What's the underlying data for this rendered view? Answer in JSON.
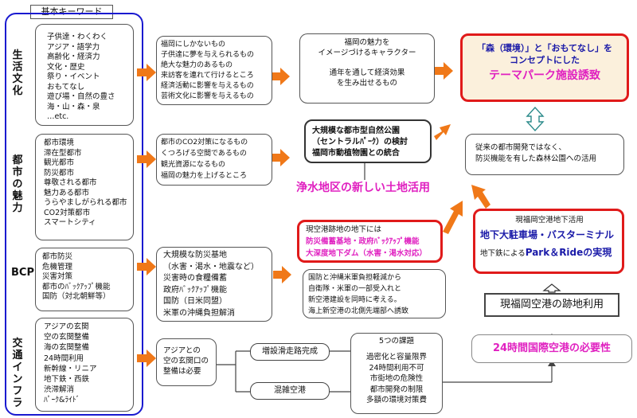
{
  "header": {
    "title": "基本キーワード"
  },
  "categories": [
    {
      "label": "生活文化"
    },
    {
      "label": "都市の魅力"
    },
    {
      "label": "BCP"
    },
    {
      "label": "交通インフラ"
    }
  ],
  "keywords": {
    "lifestyle": "子供達・わくわく\nアジア・語学力\n高齢化・経済力\n文化・歴史\n祭り・イベント\nおもてなし\n遊び場・自然の豊さ\n海・山・森・泉\n…etc.",
    "city": "都市環境\n滞在型都市\n観光都市\n防災都市\n尊敬される都市\n魅力ある都市\nうらやましがられる都市\nCO2対策都市\nスマートシティ",
    "bcp": "都市防災\n危機管理\n災害対策\n都市のﾊﾞｯｸｱｯﾌﾟ機能\n国防（対北朝鮮等）",
    "transport": "アジアの玄関\n空の玄関整備\n海の玄関整備\n24時間利用\n新幹線・リニア\n地下鉄・西鉄\n渋滞解消\nﾊﾟｰｸ&ﾗｲﾄﾞ"
  },
  "middle": {
    "lifestyle": "福岡にしかないもの\n子供達に夢を与えられるもの\n絶大な魅力のあるもの\n来訪客を連れて行けるところ\n経済活動に影響を与えるもの\n芸術文化に影響を与えるもの",
    "city": "都市のCO2対策になるもの\nくつろげる空間であるもの\n観光資源になるもの\n福岡の魅力を上げるところ",
    "bcp": "大規模な防災基地\n（水害・渇水・地震など）\n災害時の食糧備蓄\n政府ﾊﾞｯｸｱｯﾌﾟ機能\n国防（日米同盟）\n米軍の沖縄負担解消",
    "transport": "アジアとの\n空の玄関口の\n整備は必要"
  },
  "character": {
    "title": "福岡の魅力を\nイメージづけるキャラクター",
    "sub": "通年を通して経済効果\nを生み出せるもの"
  },
  "park": "大規模な都市型自然公園\n（セントラルﾊﾟｰｸ）の検討\n福岡市動植物園との統合",
  "water_site": "浄水地区の新しい土地活用",
  "airport_under": {
    "title": "現空港跡地の地下には",
    "line1": "防災備蓄基地・政府ﾊﾞｯｸｱｯﾌﾟ機能",
    "line2": "大深度地下ダム（水害・渇水対応）"
  },
  "defense": "国防と沖縄米軍負担軽減から\n自衛隊・米軍の一部受入れと\n新空港建設を同時に考える。\n海上新空港の北側先端部へ誘致",
  "theme": {
    "line1": "「森（環境）」と「おもてなし」を",
    "line2": "コンセプトにした",
    "highlight": "テーマパーク施設誘致"
  },
  "forest_park": "従来の都市開発ではなく、\n防災機能を有した森林公園への活用",
  "parking": {
    "title": "現福岡空港地下活用",
    "highlight": "地下大駐車場・バスターミナル",
    "pre": "地下鉄による",
    "pr": "Park＆Rideの実現"
  },
  "airport_use": "現福岡空港の跡地利用",
  "airport_need": "24時間国際空港の必要性",
  "runway": "増設滑走路完成",
  "congested": "混雑空港",
  "issues": {
    "title": "5つの課題",
    "items": "過密化と容量限界\n24時間利用不可\n市街地の危険性\n都市開発の制限\n多額の環境対策費"
  },
  "colors": {
    "category_border": "#1a1ad0",
    "arrow": "#f07818",
    "highlight_red": "#e01a1a",
    "magenta": "#e020c0",
    "accent_blue": "#1a1aa8"
  }
}
